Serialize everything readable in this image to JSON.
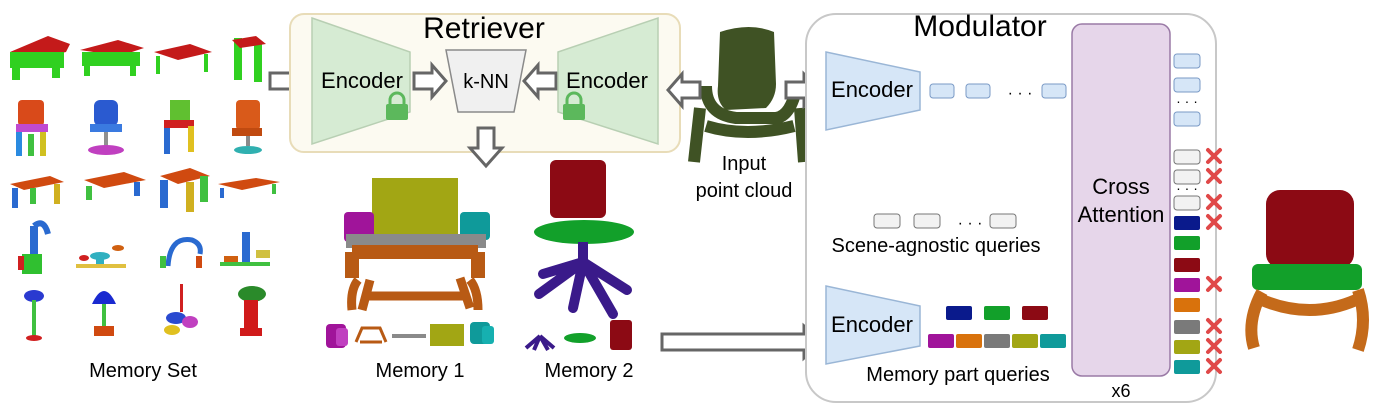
{
  "retriever": {
    "title": "Retriever",
    "encoder_left": "Encoder",
    "knn": "k-NN",
    "encoder_right": "Encoder"
  },
  "modulator": {
    "title": "Modulator",
    "encoder_top": "Encoder",
    "encoder_bottom": "Encoder",
    "cross_attention_line1": "Cross",
    "cross_attention_line2": "Attention",
    "repeat": "x6",
    "scene_queries_label": "Scene-agnostic queries",
    "part_queries_label": "Memory part queries"
  },
  "input": {
    "line1": "Input",
    "line2": "point cloud"
  },
  "memory": {
    "set_label": "Memory Set",
    "memory1_label": "Memory 1",
    "memory2_label": "Memory 2"
  },
  "dots": "· · ·",
  "colors": {
    "encoder_green": "#d6ebd3",
    "encoder_blue": "#d6e6f7",
    "cross_attention": "#e6d6ea",
    "retriever_border": "#e8dcb8",
    "reject": "#e04848",
    "query_colors": [
      "#0a1a8c",
      "#12a02a",
      "#8c0a14",
      "#a0149a",
      "#d9720c",
      "#7a7a7a",
      "#a2a614",
      "#0f9a9a"
    ]
  }
}
